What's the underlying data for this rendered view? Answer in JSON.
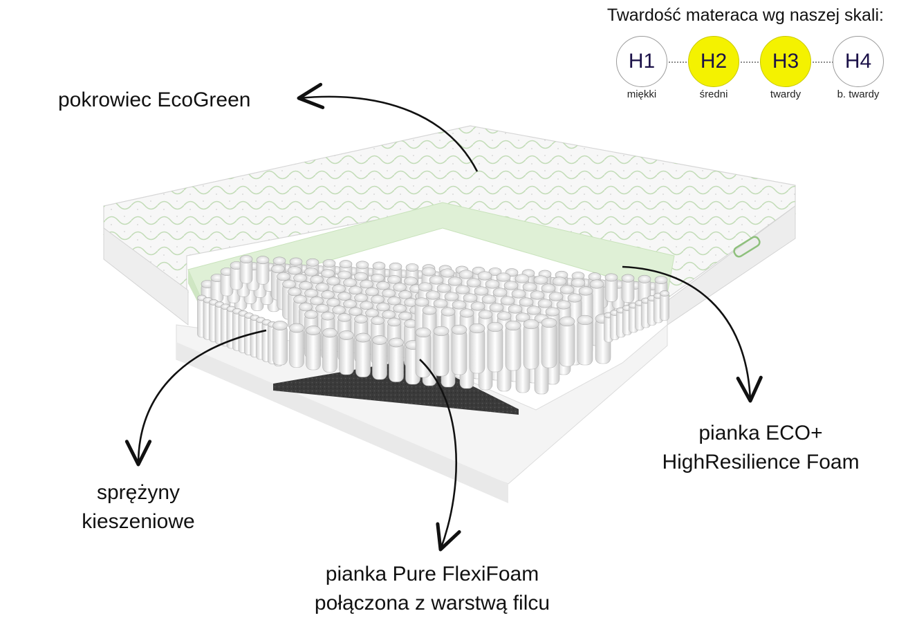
{
  "scale": {
    "title": "Twardość materaca wg naszej skali:",
    "levels": [
      {
        "code": "H1",
        "label": "miękki",
        "active": false
      },
      {
        "code": "H2",
        "label": "średni",
        "active": true
      },
      {
        "code": "H3",
        "label": "twardy",
        "active": true
      },
      {
        "code": "H4",
        "label": "b. twardy",
        "active": false
      }
    ]
  },
  "layers": {
    "cover": "pokrowiec EcoGreen",
    "springs_line1": "sprężyny",
    "springs_line2": "kieszeniowe",
    "foam_eco_line1": "pianka ECO+",
    "foam_eco_line2": "HighResilience Foam",
    "foam_flexi_line1": "pianka Pure FlexiFoam",
    "foam_flexi_line2": "połączona z warstwą filcu"
  },
  "colors": {
    "active_level": "#f4f200",
    "level_text": "#1b1148",
    "cover_pattern": "#8ec07c",
    "foam_top": "#dff0d6"
  }
}
